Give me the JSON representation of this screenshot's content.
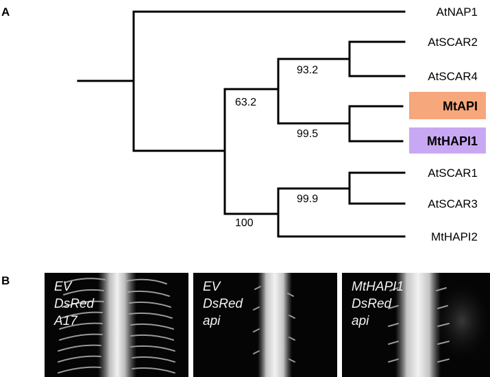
{
  "panel_a": {
    "letter": "A",
    "leaves": [
      {
        "label": "AtNAP1",
        "highlight": null,
        "bold": false
      },
      {
        "label": "AtSCAR2",
        "highlight": null,
        "bold": false
      },
      {
        "label": "AtSCAR4",
        "highlight": null,
        "bold": false
      },
      {
        "label": "MtAPI",
        "highlight": "#f6a77b",
        "bold": true
      },
      {
        "label": "MtHAPI1",
        "highlight": "#c9a8f3",
        "bold": true
      },
      {
        "label": "AtSCAR1",
        "highlight": null,
        "bold": false
      },
      {
        "label": "AtSCAR3",
        "highlight": null,
        "bold": false
      },
      {
        "label": "MtHAPI2",
        "highlight": null,
        "bold": false
      }
    ],
    "bootstrap": [
      "93.2",
      "63.2",
      "99.5",
      "99.9",
      "100"
    ]
  },
  "panel_b": {
    "letter": "B",
    "photos": [
      {
        "lines": [
          "EV",
          "DsRed",
          "A17"
        ]
      },
      {
        "lines": [
          "EV",
          "DsRed",
          "api"
        ]
      },
      {
        "lines": [
          "MtHAPI1",
          "DsRed",
          "api"
        ]
      }
    ]
  },
  "colors": {
    "tree_line": "#000000",
    "mtapi_highlight": "#f6a77b",
    "mthapi1_highlight": "#c9a8f3",
    "photo_background": "#050505"
  }
}
